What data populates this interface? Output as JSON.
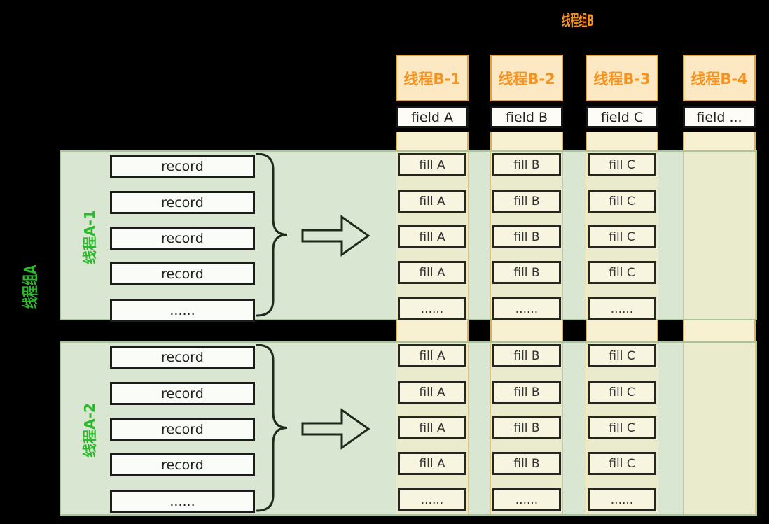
{
  "titles": {
    "top_group": "线程组B",
    "left_group": "线程组A"
  },
  "colors": {
    "background": "#000000",
    "orange_text": "#f6921e",
    "green_text": "#2cb82c",
    "header_fill": "#fce8c3",
    "header_border": "#e2a33b",
    "column_fill": "#f7f1d2",
    "column_border": "#d9b05a",
    "green_band_fill": "#d9e7d2",
    "green_band_border": "#a8c498",
    "box_border": "#1c1c1c",
    "record_box_fill": "#fafcf7",
    "fill_box_fill": "#f7f5e0"
  },
  "thread_b_columns": [
    {
      "label": "线程B-1",
      "field_label": "field A",
      "fill_rows": [
        "fill A",
        "fill A",
        "fill A",
        "fill A",
        "......"
      ]
    },
    {
      "label": "线程B-2",
      "field_label": "field B",
      "fill_rows": [
        "fill B",
        "fill B",
        "fill B",
        "fill B",
        "......"
      ]
    },
    {
      "label": "线程B-3",
      "field_label": "field C",
      "fill_rows": [
        "fill C",
        "fill C",
        "fill C",
        "fill C",
        "......"
      ]
    },
    {
      "label": "线程B-4",
      "field_label": "field ...",
      "fill_rows": []
    }
  ],
  "thread_a_bands": [
    {
      "label": "线程A-1",
      "record_rows": [
        "record",
        "record",
        "record",
        "record",
        "......"
      ]
    },
    {
      "label": "线程A-2",
      "record_rows": [
        "record",
        "record",
        "record",
        "record",
        "......"
      ]
    }
  ]
}
